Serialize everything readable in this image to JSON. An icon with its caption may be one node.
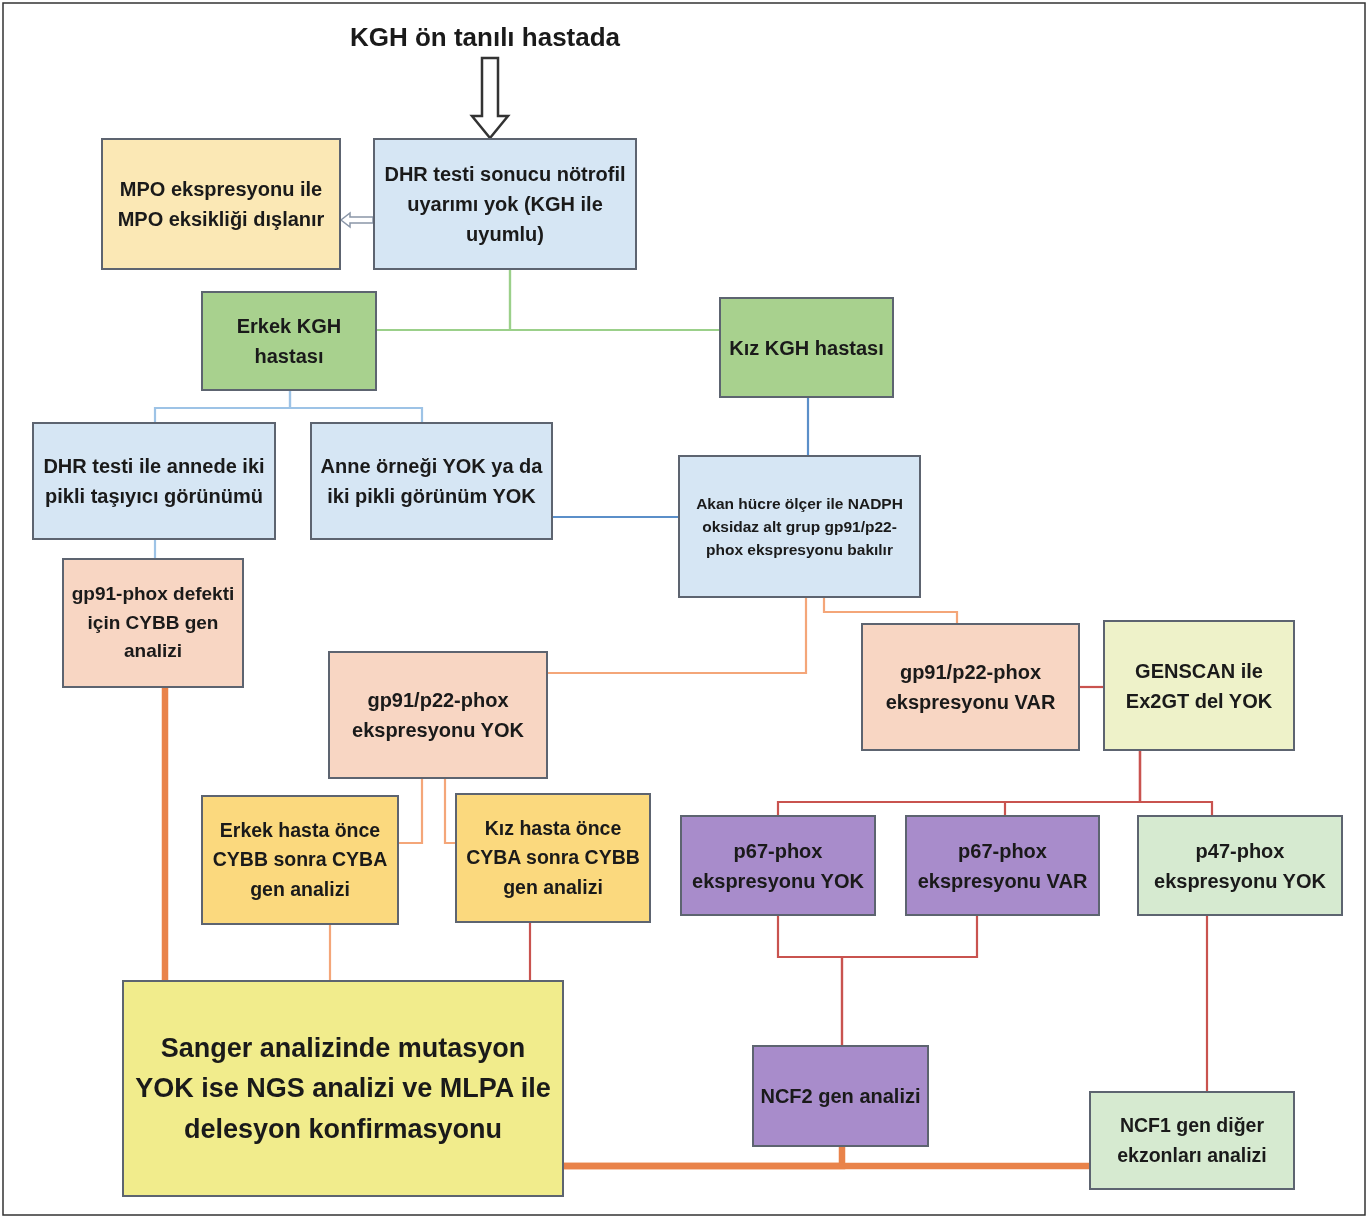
{
  "diagram": {
    "nodes": [
      {
        "text": [
          "KGH ön tanılı hastada"
        ]
      },
      {
        "text": [
          "DHR testi sonucu nötrofil uyarımı yok (KGH ile uyumlu)"
        ]
      },
      {
        "text": [
          "MPO ekspresyonu ile MPO eksikliği dışlanır"
        ]
      },
      {
        "text": [
          "Erkek KGH hastası"
        ]
      },
      {
        "text": [
          "Kız KGH hastası"
        ]
      },
      {
        "text": [
          "DHR testi ile annede iki pikli taşıyıcı görünümü"
        ]
      },
      {
        "text": [
          "Anne örneği YOK ya da iki pikli görünüm YOK"
        ]
      },
      {
        "text": [
          "Akan hücre ölçer ile NADPH oksidaz alt grup gp91/p22-phox ekspresyonu bakılır"
        ]
      },
      {
        "text": [
          "gp91-phox defekti için CYBB gen analizi"
        ]
      },
      {
        "text": [
          "gp91/p22-phox ekspresyonu YOK"
        ]
      },
      {
        "text": [
          "gp91/p22-phox ekspresyonu VAR"
        ]
      },
      {
        "text": [
          "GENSCAN ile Ex2GT del YOK"
        ]
      },
      {
        "text": [
          "Erkek hasta önce CYBB sonra CYBA gen analizi"
        ]
      },
      {
        "text": [
          "Kız hasta önce CYBA sonra CYBB gen analizi"
        ]
      },
      {
        "text": [
          "p67-phox ekspresyonu YOK"
        ]
      },
      {
        "text": [
          "p67-phox ekspresyonu VAR"
        ]
      },
      {
        "text": [
          "p47-phox ekspresyonu YOK"
        ]
      },
      {
        "text": [
          "Sanger analizinde mutasyon YOK ise NGS analizi ve MLPA ile delesyon konfirmasyonu"
        ]
      },
      {
        "text": [
          "NCF2 gen analizi"
        ]
      },
      {
        "text": [
          "NCF1 gen diğer ekzonları analizi"
        ]
      }
    ],
    "edges": [
      {
        "from": 0,
        "to": 1,
        "arrow": "to",
        "color": "#333333"
      },
      {
        "from": 1,
        "to": 2,
        "arrow": "to",
        "color": "#8a96a8"
      },
      {
        "from": 1,
        "to": 3,
        "arrow": "none",
        "color": "#9bd08a"
      },
      {
        "from": 1,
        "to": 4,
        "arrow": "none",
        "color": "#9bd08a"
      },
      {
        "from": 3,
        "to": 5,
        "arrow": "none",
        "color": "#9dc3e6"
      },
      {
        "from": 3,
        "to": 6,
        "arrow": "none",
        "color": "#9dc3e6"
      },
      {
        "from": 4,
        "to": 7,
        "arrow": "none",
        "color": "#5b8fc9"
      },
      {
        "from": 6,
        "to": 7,
        "arrow": "none",
        "color": "#5b8fc9"
      },
      {
        "from": 5,
        "to": 8,
        "arrow": "none",
        "color": "#9dc3e6"
      },
      {
        "from": 7,
        "to": 9,
        "arrow": "none",
        "color": "#f4a679"
      },
      {
        "from": 7,
        "to": 10,
        "arrow": "none",
        "color": "#f4a679"
      },
      {
        "from": 10,
        "to": 11,
        "arrow": "none"
      },
      {
        "from": 9,
        "to": 12,
        "arrow": "none",
        "color": "#f4a679"
      },
      {
        "from": 9,
        "to": 13,
        "arrow": "none",
        "color": "#f4a679"
      },
      {
        "from": 11,
        "to": 14,
        "arrow": "none"
      },
      {
        "from": 11,
        "to": 15,
        "arrow": "none"
      },
      {
        "from": 11,
        "to": 16,
        "arrow": "none"
      },
      {
        "from": 8,
        "to": 17,
        "arrow": "none",
        "style": "thick",
        "color": "#e9834a"
      },
      {
        "from": 12,
        "to": 17,
        "arrow": "none",
        "color": "#f4a679"
      },
      {
        "from": 13,
        "to": 17,
        "arrow": "none"
      },
      {
        "from": 14,
        "to": 18,
        "arrow": "none"
      },
      {
        "from": 15,
        "to": 18,
        "arrow": "none"
      },
      {
        "from": 16,
        "to": 19,
        "arrow": "none"
      },
      {
        "from": 18,
        "to": 17,
        "arrow": "none",
        "style": "thick",
        "color": "#e9834a"
      },
      {
        "from": 19,
        "to": 17,
        "arrow": "none",
        "style": "thick",
        "color": "#e9834a"
      }
    ]
  }
}
